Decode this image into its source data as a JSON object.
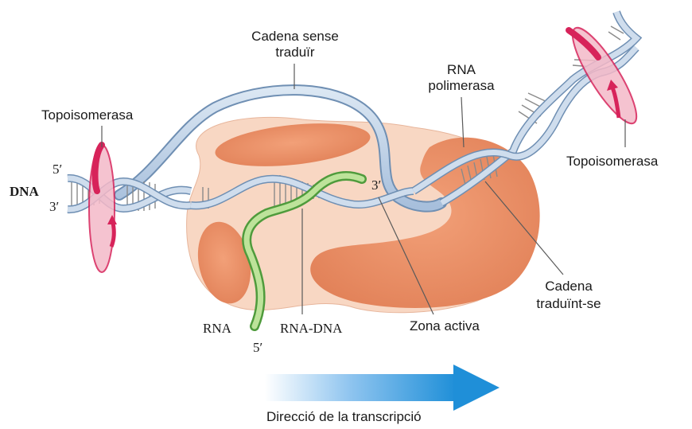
{
  "labels": {
    "topo_left": "Topoisomerasa",
    "topo_right": "Topoisomerasa",
    "untranslated_strand": [
      "Cadena sense",
      "traduïr"
    ],
    "rna_polymerase": [
      "RNA",
      "polimerasa"
    ],
    "dna": "DNA",
    "dna_5prime": "5′",
    "dna_3prime": "3′",
    "rna_3prime": "3′",
    "rna": "RNA",
    "rna_5prime": "5′",
    "rna_dna": "RNA-DNA",
    "active_zone": "Zona activa",
    "translated_strand": [
      "Cadena",
      "traduïnt-se"
    ],
    "direction": "Direcció de la transcripció"
  },
  "colors": {
    "polymerase_light": "#f8d7c3",
    "polymerase_dark": "#e8885c",
    "dna_strand": "#b9cde4",
    "dna_strand_edge": "#6f8fb3",
    "rna_strand": "#9fce7a",
    "rna_strand_dark": "#4f9b3c",
    "topoisomerase": "#d7235a",
    "arrow": "#1f8fd8"
  }
}
